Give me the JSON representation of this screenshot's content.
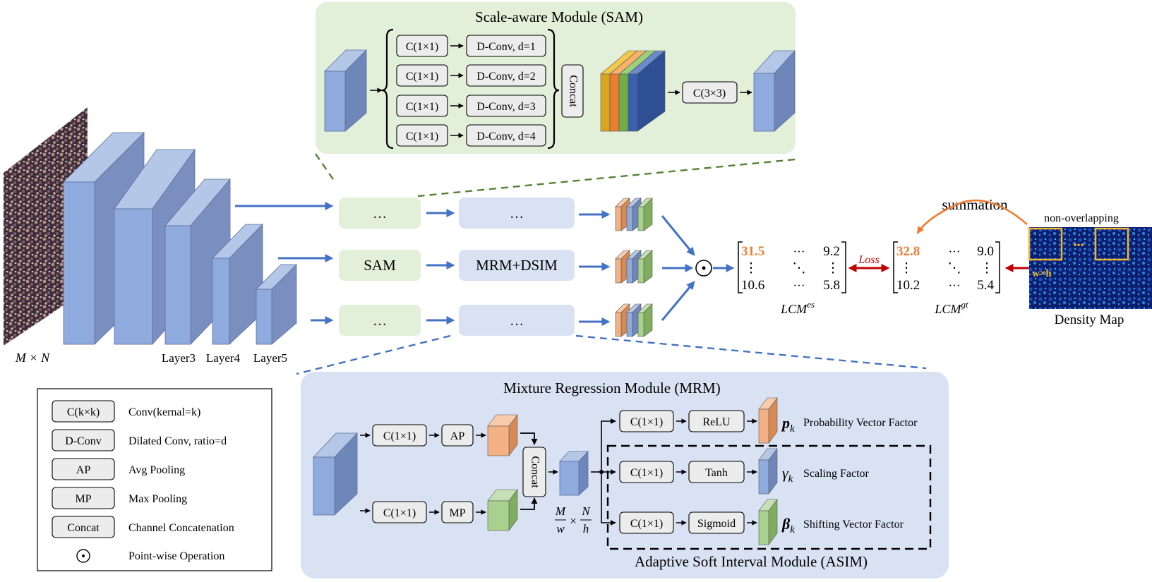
{
  "input": {
    "label": "M × N"
  },
  "backbone": {
    "layers": [
      "Layer3",
      "Layer4",
      "Layer5"
    ]
  },
  "sam": {
    "title": "Scale-aware Module (SAM)",
    "branches": [
      {
        "conv": "C(1×1)",
        "dconv": "D-Conv, d=1"
      },
      {
        "conv": "C(1×1)",
        "dconv": "D-Conv, d=2"
      },
      {
        "conv": "C(1×1)",
        "dconv": "D-Conv, d=3"
      },
      {
        "conv": "C(1×1)",
        "dconv": "D-Conv, d=4"
      }
    ],
    "concat": "Concat",
    "final_conv": "C(3×3)"
  },
  "pipeline": {
    "rows": [
      {
        "module": "…",
        "regressor": "…"
      },
      {
        "module": "SAM",
        "regressor": "MRM+DSIM"
      },
      {
        "module": "…",
        "regressor": "…"
      }
    ],
    "pointwise": "⊙"
  },
  "lcm_es": {
    "label": "LCM",
    "sup": "es",
    "top_left": "31.5",
    "top_right": "9.2",
    "bottom_left": "10.6",
    "bottom_right": "5.8",
    "dots_h": "···",
    "dots_v": "⋮",
    "dots_d": "⋱"
  },
  "loss": {
    "label": "Loss"
  },
  "lcm_gt": {
    "label": "LCM",
    "sup": "gt",
    "top_left": "32.8",
    "top_right": "9.0",
    "bottom_left": "10.2",
    "bottom_right": "5.4",
    "dots_h": "···",
    "dots_v": "⋮",
    "dots_d": "⋱"
  },
  "density": {
    "summation": "summation",
    "non_overlapping": "non-overlapping",
    "window": "w×h",
    "ellipsis": "•••",
    "caption": "Density Map"
  },
  "legend": {
    "items": [
      {
        "symbol": "C(k×k)",
        "desc": "Conv(kernal=k)"
      },
      {
        "symbol": "D-Conv",
        "desc": "Dilated Conv, ratio=d"
      },
      {
        "symbol": "AP",
        "desc": "Avg Pooling"
      },
      {
        "symbol": "MP",
        "desc": "Max Pooling"
      },
      {
        "symbol": "Concat",
        "desc": "Channel Concatenation"
      },
      {
        "symbol": "⊙",
        "desc": "Point-wise Operation"
      }
    ]
  },
  "mrm": {
    "title": "Mixture Regression Module (MRM)",
    "top_conv": "C(1×1)",
    "ap": "AP",
    "bottom_conv": "C(1×1)",
    "mp": "MP",
    "concat": "Concat",
    "size_m": "M",
    "size_w": "w",
    "size_times": "×",
    "size_n": "N",
    "size_h": "h",
    "heads": [
      {
        "conv": "C(1×1)",
        "act": "ReLU",
        "symbol": "p",
        "sub": "k",
        "desc": "Probability Vector Factor"
      },
      {
        "conv": "C(1×1)",
        "act": "Tanh",
        "symbol": "γ",
        "sub": "k",
        "desc": "Scaling Factor"
      },
      {
        "conv": "C(1×1)",
        "act": "Sigmoid",
        "symbol": "β",
        "sub": "k",
        "desc": "Shifting Vector Factor"
      }
    ],
    "asim_caption": "Adaptive Soft Interval Module (ASIM)"
  },
  "colors": {
    "sam_bg": "#e2efd9",
    "mrm_bg": "#d9e2f3",
    "arrow_blue": "#4472c4",
    "cube_blue_front": "#8faadc",
    "cube_blue_side": "#6f86b8",
    "cube_orange": "#f4b183",
    "cube_green": "#a9d18e",
    "highlight_orange": "#ed7d31",
    "loss_red": "#c00000",
    "box_gray": "#ececec"
  }
}
